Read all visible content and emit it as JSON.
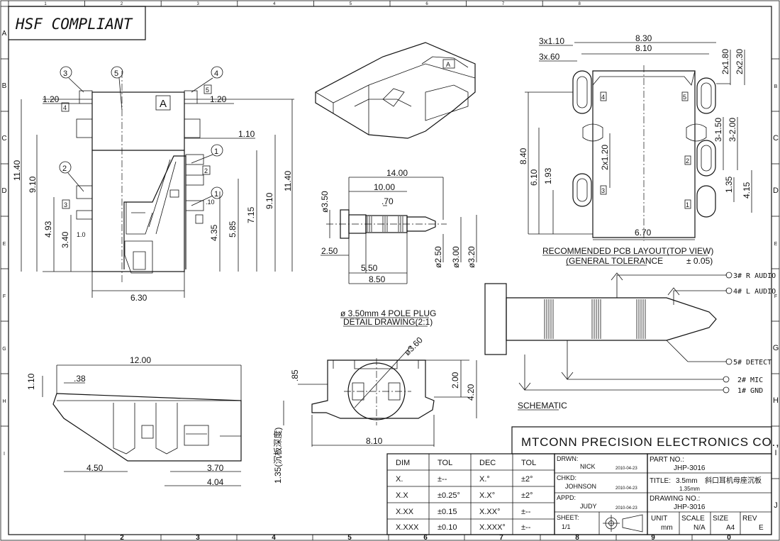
{
  "stamp": "HSF COMPLIANT",
  "grid": {
    "top": [
      "1",
      "2",
      "3",
      "4",
      "5",
      "6",
      "7",
      "8"
    ],
    "bottom": [
      "2",
      "3",
      "4",
      "5",
      "6",
      "7",
      "8",
      "9",
      "0"
    ],
    "left": [
      "A",
      "B",
      "C",
      "D",
      "E",
      "F",
      "G",
      "H",
      "I"
    ],
    "right": [
      "B",
      "C",
      "D",
      "E",
      "F",
      "G",
      "H",
      "I",
      "J"
    ]
  },
  "front_view": {
    "callouts": [
      "3",
      "5",
      "4",
      "2",
      "1",
      "1",
      "4",
      "5",
      "2",
      "3"
    ],
    "dims": [
      "1.20",
      "1.20",
      "1.10",
      "11.40",
      "9.10",
      "4.93",
      "3.40",
      "1.0",
      "4.35",
      "5.85",
      "7.15",
      "9.10",
      "11.40",
      "6.30",
      ".10"
    ]
  },
  "plug_detail": {
    "dims": [
      "14.00",
      "10.00",
      ".70",
      "ø3.50",
      "2.50",
      "5.50",
      "8.50",
      "ø2.50",
      "ø3.00",
      "ø3.20"
    ],
    "caption1": "ø  3.50mm 4 POLE PLUG",
    "caption2": "DETAIL DRAWING(2:1)"
  },
  "side_view": {
    "dims": [
      "12.00",
      "1.10",
      ".38",
      "4.50",
      "3.70",
      "4.04"
    ]
  },
  "end_view": {
    "dims": [
      "ø3.60",
      ".85",
      "2.00",
      "4.20",
      "8.10",
      "1.35(沉板深度)"
    ]
  },
  "pcb": {
    "dims": [
      "8.30",
      "8.10",
      "3x1.10",
      "3x.60",
      "2x1.80",
      "2x2.30",
      "3-1.50",
      "3-2.00",
      "2x1.20",
      "8.40",
      "6.10",
      "1.93",
      "1.35",
      "4.15",
      "6.70"
    ],
    "pads": [
      "4",
      "5",
      "2",
      "3",
      "1"
    ],
    "caption1": "RECOMMENDED PCB LAYOUT(TOP VIEW)",
    "caption2": "(GENERAL TOLERANCE",
    "tolerance": "± 0.05)"
  },
  "schematic": {
    "labels": [
      "3# R AUDIO",
      "4# L AUDIO",
      "5# DETECT",
      "2# MIC",
      "1# GND"
    ],
    "caption": "SCHEMATIC"
  },
  "title_block": {
    "company": "MTCONN PRECISION ELECTRONICS CO.,LTD",
    "tol_header": [
      "DIM",
      "TOL",
      "DEC",
      "TOL"
    ],
    "tol_rows": [
      [
        "X.",
        "±--",
        "X.°",
        "±2°"
      ],
      [
        "X.X",
        "±0.25°",
        "X.X°",
        "±2°"
      ],
      [
        "X.XX",
        "±0.15",
        "X.XX°",
        "±--"
      ],
      [
        "X.XXX",
        "±0.10",
        "X.XXX°",
        "±--"
      ]
    ],
    "drwn_label": "DRWN:",
    "drwn": "NICK",
    "drwn_date": "2010-04-23",
    "chkd_label": "CHKD:",
    "chkd": "JOHNSON",
    "chkd_date": "2010-04-23",
    "appd_label": "APPD:",
    "appd": "JUDY",
    "appd_date": "2010-04-23",
    "sheet_label": "SHEET:",
    "sheet": "1/1",
    "part_label": "PART NO.:",
    "part": "JHP-3016",
    "title_label": "TITLE:",
    "title_main": "3.5mm",
    "title_cn": "斜口耳机母座沉板",
    "title_sub": "1.35mm",
    "drawing_label": "DRAWING NO.:",
    "drawing": "JHP-3016",
    "unit_label": "UNIT",
    "unit": "mm",
    "scale_label": "SCALE",
    "scale": "N/A",
    "size_label": "SIZE",
    "size": "A4",
    "rev_label": "REV",
    "rev": "E"
  }
}
